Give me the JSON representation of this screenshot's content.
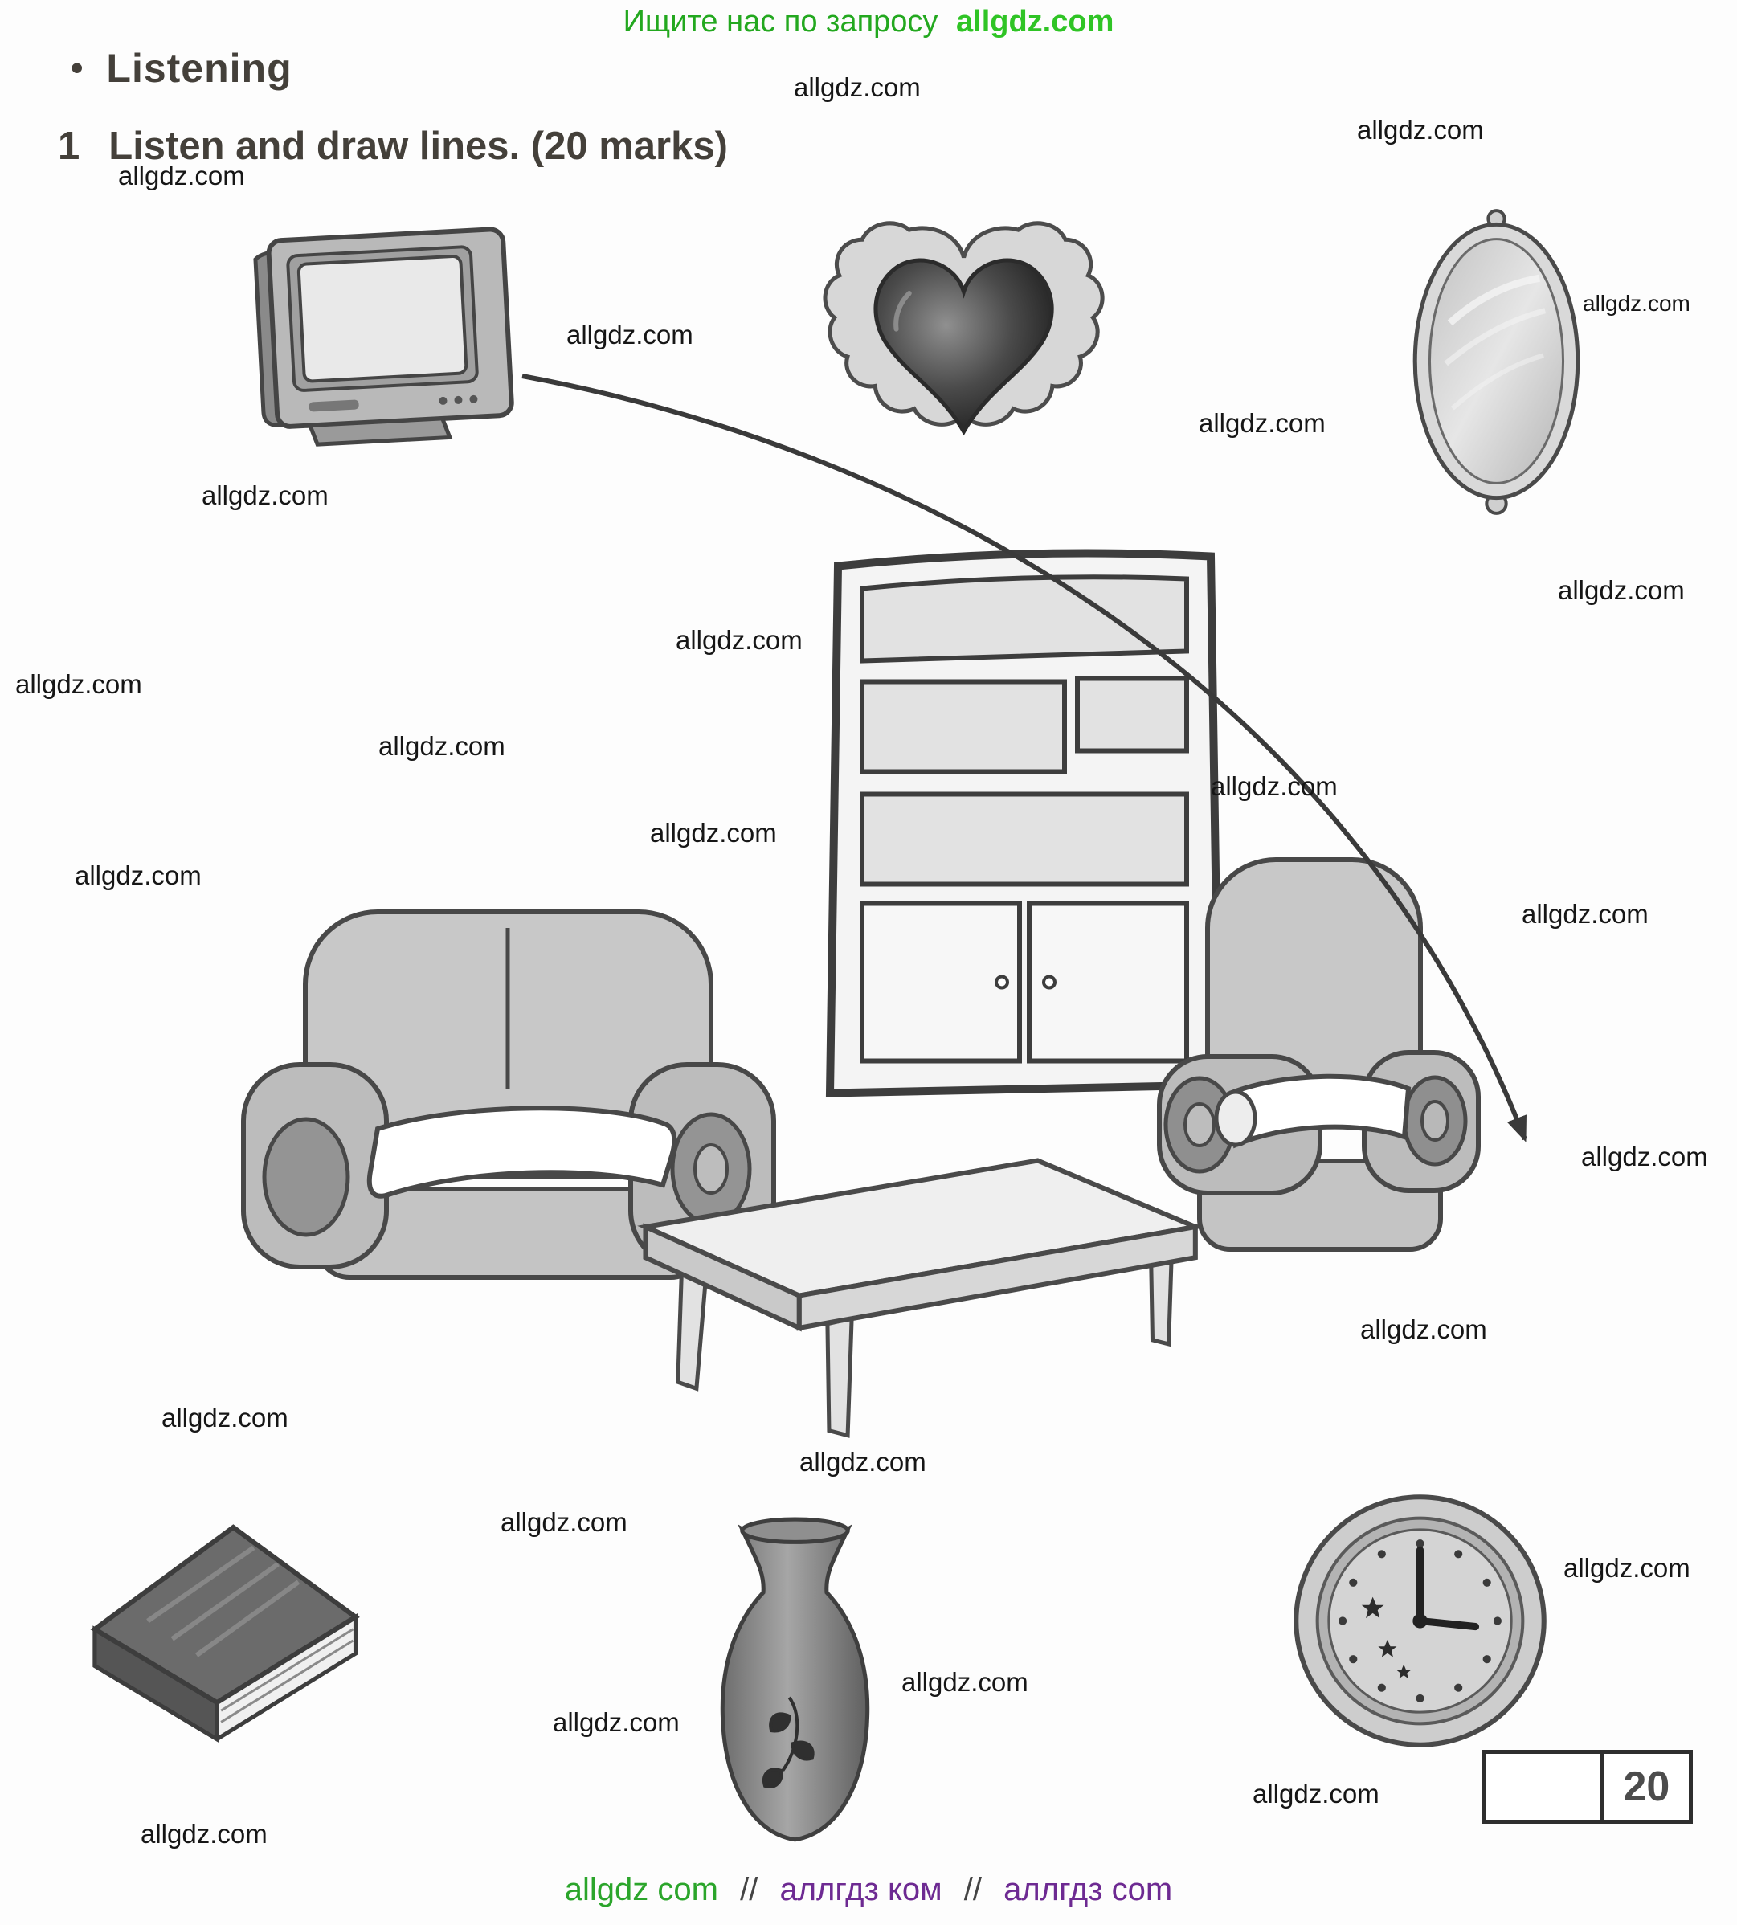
{
  "banner": {
    "prefix": "Ищите нас по запросу",
    "site": "allgdz.com"
  },
  "header": {
    "bullet": "•",
    "section_title": "Listening",
    "task_number": "1",
    "task_text": "Listen and draw lines. (20 marks)"
  },
  "watermark": {
    "text": "allgdz.com"
  },
  "illustrations": {
    "items": [
      "television",
      "heart-frame",
      "oval-mirror",
      "bookshelf",
      "sofa",
      "armchair",
      "coffee-table",
      "book",
      "vase",
      "clock"
    ]
  },
  "drawn_line": {
    "description": "curved arrow drawn from the television toward the lower right"
  },
  "score_box": {
    "value": "20"
  },
  "footer": {
    "part1": "allgdz com",
    "sep1": "//",
    "part2": "аллгдз ком",
    "sep2": "//",
    "part3": "аллгдз com"
  },
  "colors": {
    "banner_green": "#23a81f",
    "footer_green": "#2ba52b",
    "footer_purple": "#6d2a92",
    "heading_text": "#44403a",
    "watermark_text": "#161616",
    "line_art": "#3a3a3a"
  }
}
